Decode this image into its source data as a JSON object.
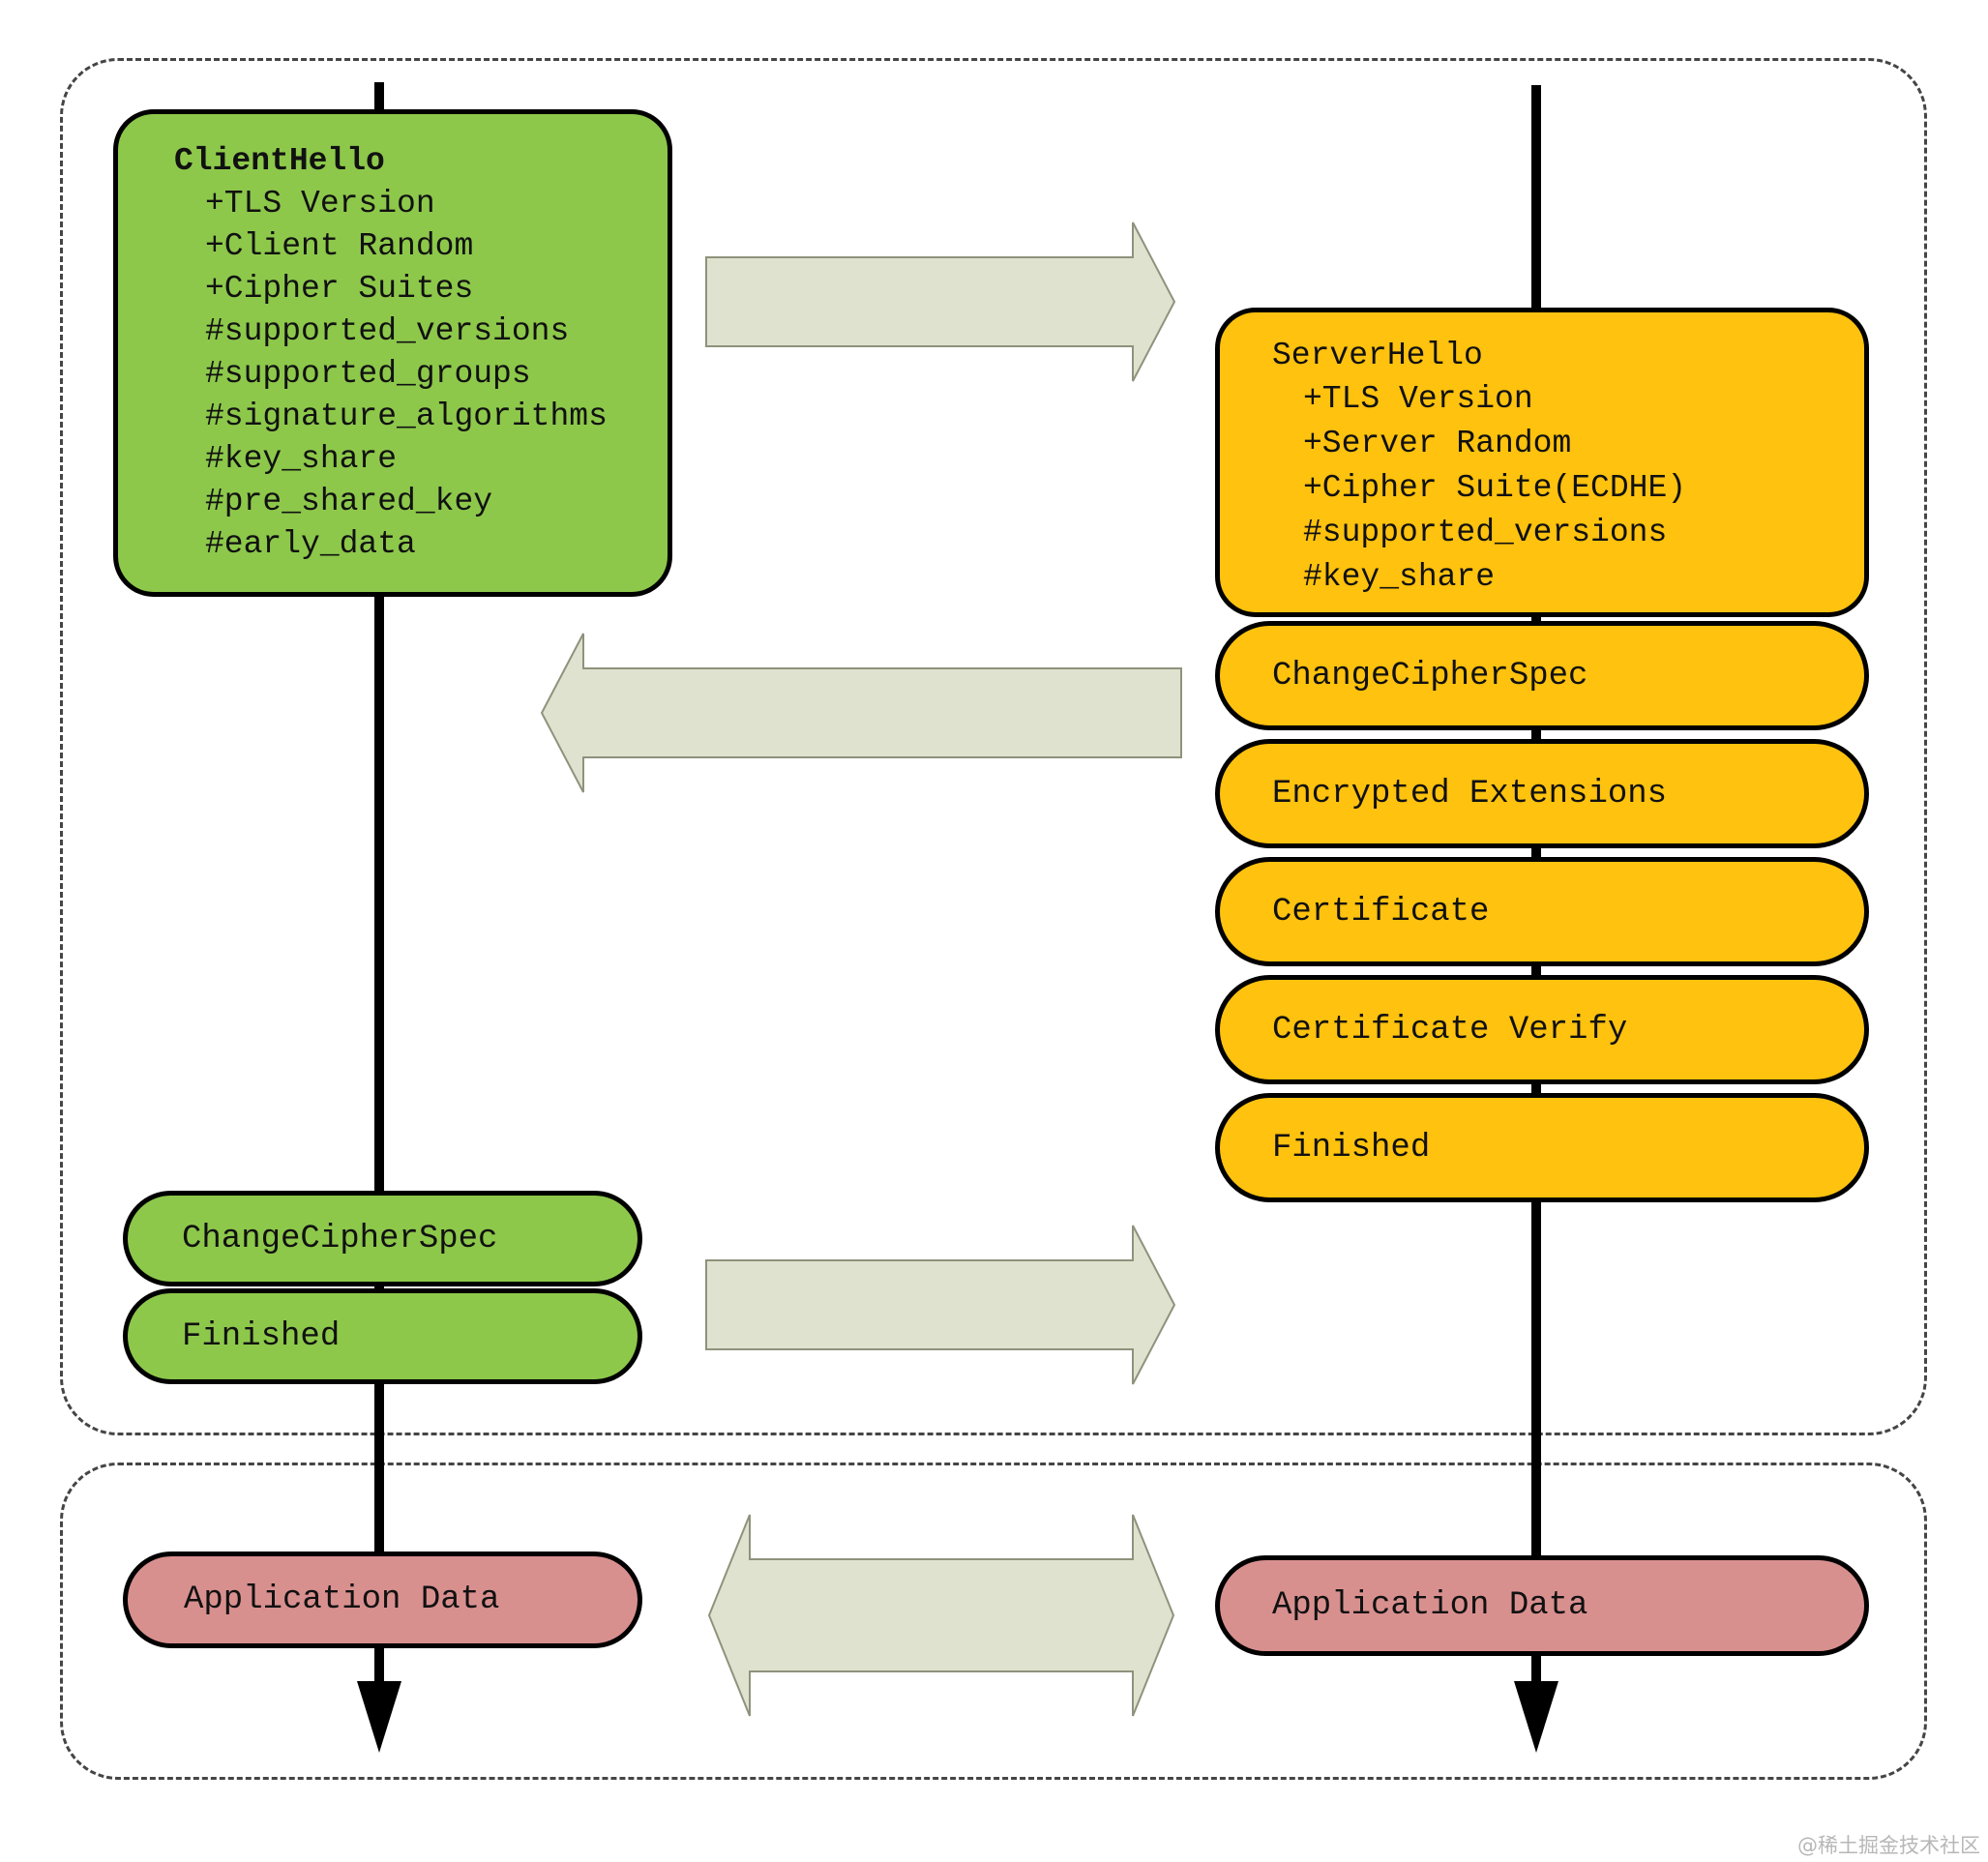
{
  "diagram": {
    "client": {
      "hello": {
        "title": "ClientHello",
        "items": [
          "+TLS Version",
          "+Client Random",
          "+Cipher Suites",
          "#supported_versions",
          "#supported_groups",
          "#signature_algorithms",
          "#key_share",
          "#pre_shared_key",
          "#early_data"
        ]
      },
      "change_cipher_spec": "ChangeCipherSpec",
      "finished": "Finished",
      "application_data": "Application Data"
    },
    "server": {
      "hello": {
        "title": "ServerHello",
        "items": [
          "+TLS Version",
          "+Server Random",
          "+Cipher Suite(ECDHE)",
          "#supported_versions",
          "#key_share"
        ]
      },
      "messages": [
        "ChangeCipherSpec",
        "Encrypted Extensions",
        "Certificate",
        "Certificate Verify",
        "Finished"
      ],
      "application_data": "Application Data"
    },
    "colors": {
      "client_box": "#8dc84b",
      "server_box": "#ffc20e",
      "app_data_box": "#d8908f",
      "arrow_fill": "#e0e2d0",
      "arrow_stroke": "#8f927c",
      "lifeline": "#000000"
    },
    "watermark": "@稀土掘金技术社区"
  }
}
